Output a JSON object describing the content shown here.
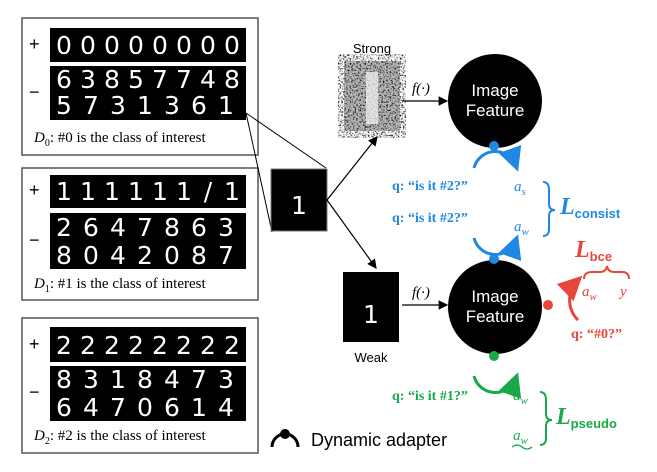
{
  "panels": [
    {
      "plus": "+",
      "minus": "−",
      "pos_digits": [
        "0",
        "0",
        "0",
        "0",
        "0",
        "0",
        "0",
        "0"
      ],
      "neg_row1": [
        "6",
        "3",
        "8",
        "5",
        "7",
        "7",
        "4",
        "8"
      ],
      "neg_row2": [
        "5",
        "7",
        "3",
        "1",
        "3",
        "6",
        "1"
      ],
      "caption_D": "D",
      "caption_sub": "0",
      "caption_text": ": #0 is the class of interest"
    },
    {
      "plus": "+",
      "minus": "−",
      "pos_digits": [
        "1",
        "1",
        "1",
        "1",
        "1",
        "1",
        "/",
        "1"
      ],
      "neg_row1": [
        "2",
        "6",
        "4",
        "7",
        "8",
        "6",
        "3"
      ],
      "neg_row2": [
        "8",
        "0",
        "4",
        "2",
        "0",
        "8",
        "7"
      ],
      "caption_D": "D",
      "caption_sub": "1",
      "caption_text": ": #1 is the class of interest"
    },
    {
      "plus": "+",
      "minus": "−",
      "pos_digits": [
        "2",
        "2",
        "2",
        "2",
        "2",
        "2",
        "2",
        "2"
      ],
      "neg_row1": [
        "8",
        "3",
        "1",
        "8",
        "4",
        "7",
        "3"
      ],
      "neg_row2": [
        "6",
        "4",
        "7",
        "0",
        "6",
        "1",
        "4"
      ],
      "caption_D": "D",
      "caption_sub": "2",
      "caption_text": ": #2 is the class of interest"
    }
  ],
  "center_digit": "1",
  "strong_label": "Strong",
  "weak_label": "Weak",
  "f_label": "f(·)",
  "feature_top": [
    "Image",
    "Feature"
  ],
  "feature_bottom": [
    "Image",
    "Feature"
  ],
  "q_top": "q: “is it #2?”",
  "q_mid": "q: “is it #2?”",
  "q_bottom": "q: “is it #1?”",
  "q_red": "q: “#0?”",
  "a_s": "a",
  "a_s_sub": "s",
  "a_w": "a",
  "a_w_sub": "w",
  "a_w_red": "a",
  "a_w_red_sub": "w",
  "y": "y",
  "a_w_green": "a",
  "a_w_green_sub": "w",
  "a_w_tilde": "a",
  "a_w_tilde_sub": "w",
  "L_consist": "L",
  "L_consist_sub": "consist",
  "L_bce": "L",
  "L_bce_sub": "bce",
  "L_pseudo": "L",
  "L_pseudo_sub": "pseudo",
  "legend_text": "Dynamic adapter",
  "colors": {
    "blue": "#1f88e5",
    "red": "#e8453c",
    "green": "#19a94a",
    "black": "#000000",
    "panel_border": "#555555"
  }
}
